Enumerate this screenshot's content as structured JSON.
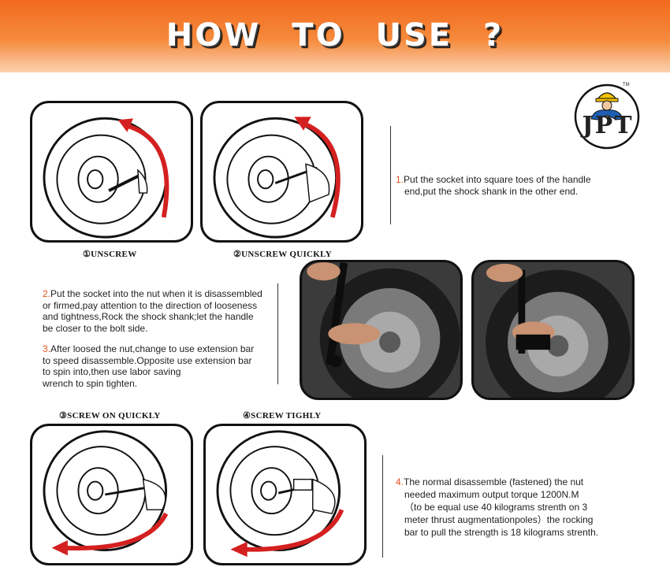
{
  "header": {
    "title": "HOW   TO   USE ?"
  },
  "logo": {
    "text": "JPT",
    "trademark": "TM"
  },
  "captions": {
    "c1": "①UNSCREW",
    "c2": "②UNSCREW QUICKLY",
    "c3": "③SCREW ON QUICKLY",
    "c4": "④SCREW TIGHLY"
  },
  "steps": [
    {
      "num": "1.",
      "lines": [
        "Put the socket into square toes of the handle",
        "end,put the shock shank in the other end."
      ]
    },
    {
      "num": "2.",
      "lines": [
        "Put the socket into the nut when it is disassembled",
        "or firmed,pay attention to the direction of looseness",
        "and tightness,Rock the shock shank;let the handle",
        "be closer to the bolt side."
      ]
    },
    {
      "num": "3.",
      "lines": [
        "After loosed the nut,change to use extension bar",
        "to speed disassemble.Opposite use extension bar",
        "to spin into,then  use labor saving",
        "wrench to spin tighten."
      ]
    },
    {
      "num": "4.",
      "lines": [
        "The normal disassemble (fastened) the nut",
        "needed maximum output torque 1200N.M",
        "（to be equal use 40 kilograms strenth on 3",
        "meter thrust augmentationpoles）the rocking",
        "bar to pull the strength is 18 kilograms strenth."
      ]
    }
  ],
  "colors": {
    "banner": "#f26a1e",
    "arrow": "#d42020",
    "step_number": "#e8501c"
  }
}
